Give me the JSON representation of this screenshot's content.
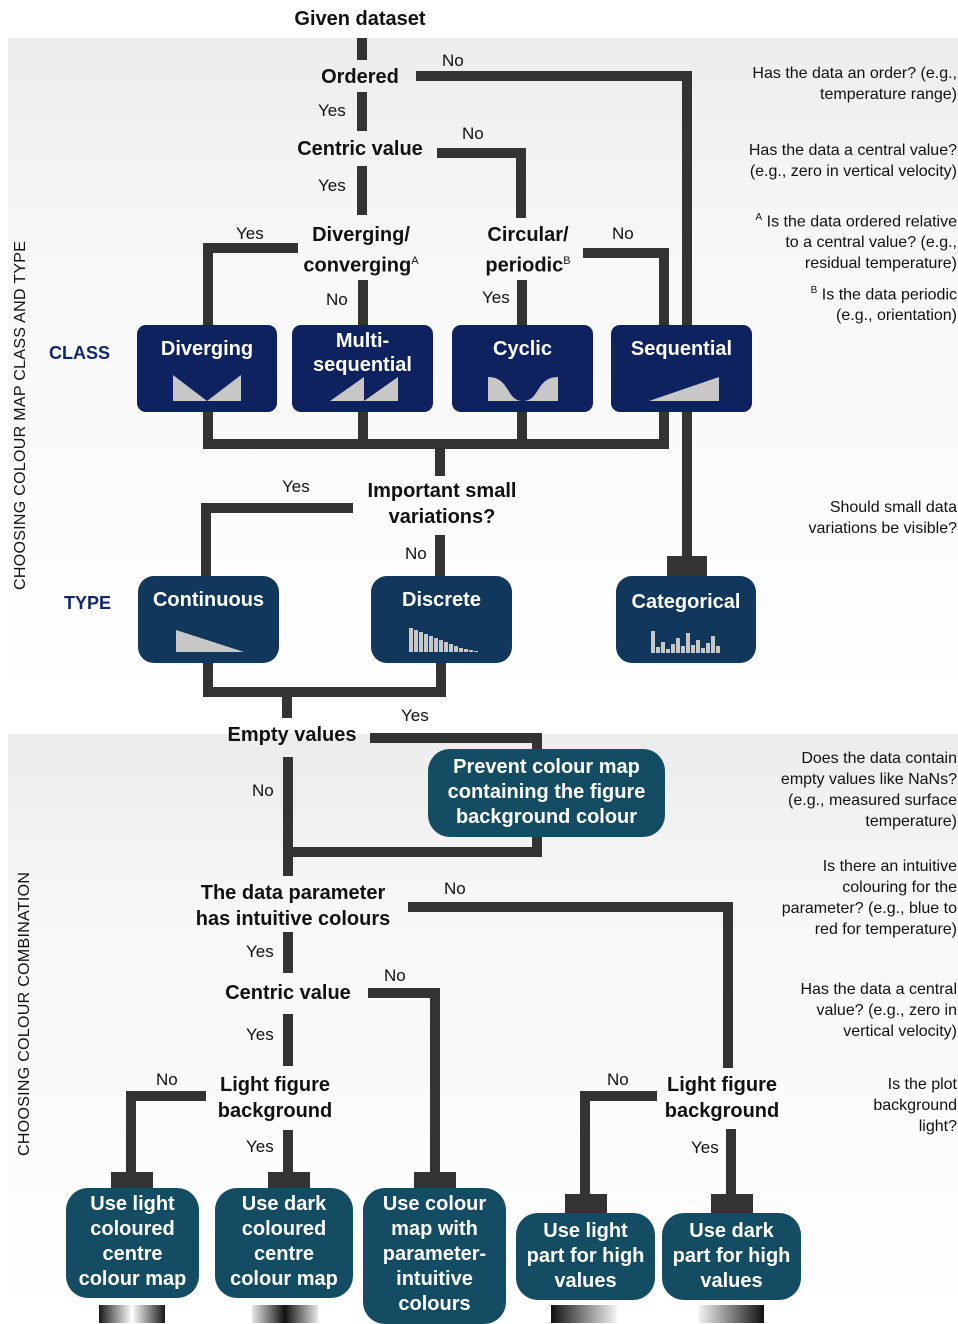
{
  "top": {
    "given": "Given dataset"
  },
  "side_labels": {
    "upper": "CHOOSING COLOUR MAP CLASS AND TYPE",
    "lower": "CHOOSING COLOUR COMBINATION"
  },
  "level_labels": {
    "class": "CLASS",
    "type": "TYPE"
  },
  "decisions": {
    "ordered": "Ordered",
    "centric1": "Centric value",
    "diverging_q": "Diverging/ converging",
    "diverging_sup": "A",
    "circular_q": "Circular/ periodic",
    "circular_sup": "B",
    "small_var": "Important small variations?",
    "empty": "Empty values",
    "intuitive": "The data parameter has intuitive colours",
    "centric2": "Centric value",
    "light_left": "Light figure background",
    "light_right": "Light figure background"
  },
  "answers": {
    "yes": "Yes",
    "no": "No"
  },
  "classes": {
    "diverging": "Diverging",
    "multi": "Multi-sequential",
    "cyclic": "Cyclic",
    "sequential": "Sequential"
  },
  "types": {
    "continuous": "Continuous",
    "discrete": "Discrete",
    "categorical": "Categorical"
  },
  "actions": {
    "prevent": "Prevent colour map containing the figure background colour",
    "light_centre": "Use light coloured centre colour map",
    "dark_centre": "Use dark coloured centre colour map",
    "param_intuitive": "Use colour map with parameter-intuitive colours",
    "light_high": "Use light part for high values",
    "dark_high": "Use dark part for high values"
  },
  "questions": {
    "q1": "Has the data an order? (e.g., temperature range)",
    "q2": "Has the data a central value? (e.g., zero in vertical velocity)",
    "q3_sup": "A",
    "q3": "Is the data ordered relative to a central value? (e.g., residual temperature)",
    "q4_sup": "B",
    "q4": "Is the data periodic (e.g., orientation)",
    "q5": "Should small data variations be visible?",
    "q6": "Does the data contain empty values like NaNs? (e.g., measured surface temperature)",
    "q7": "Is there an intuitive colouring for the parameter? (e.g., blue to red for temperature)",
    "q8": "Has the data a central value? (e.g., zero in vertical velocity)",
    "q9": "Is the plot background light?"
  },
  "colors": {
    "line": "#333333",
    "class_box": "#0e2260",
    "type_box": "#12375d",
    "action_box": "#144c63",
    "label_navy": "#12266b"
  }
}
